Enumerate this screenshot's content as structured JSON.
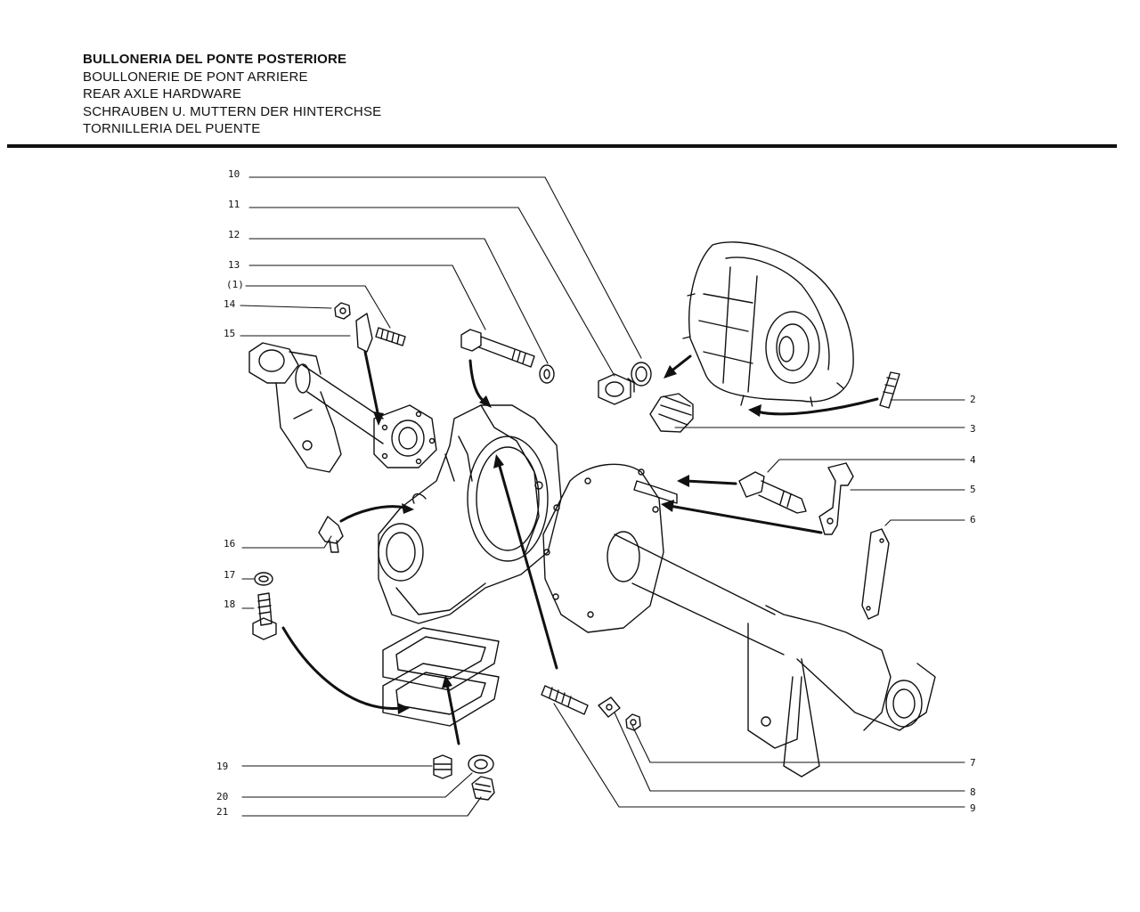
{
  "titles": [
    "BULLONERIA DEL PONTE POSTERIORE",
    "BOULLONERIE DE PONT ARRIERE",
    "REAR AXLE HARDWARE",
    "SCHRAUBEN U. MUTTERN DER HINTERCHSE",
    "TORNILLERIA DEL PUENTE"
  ],
  "callouts_left": [
    "10",
    "11",
    "12",
    "13",
    "(1)",
    "14",
    "15",
    "16",
    "17",
    "18",
    "19",
    "20",
    "21"
  ],
  "callouts_right": [
    "2",
    "3",
    "4",
    "5",
    "6",
    "7",
    "8",
    "9"
  ]
}
